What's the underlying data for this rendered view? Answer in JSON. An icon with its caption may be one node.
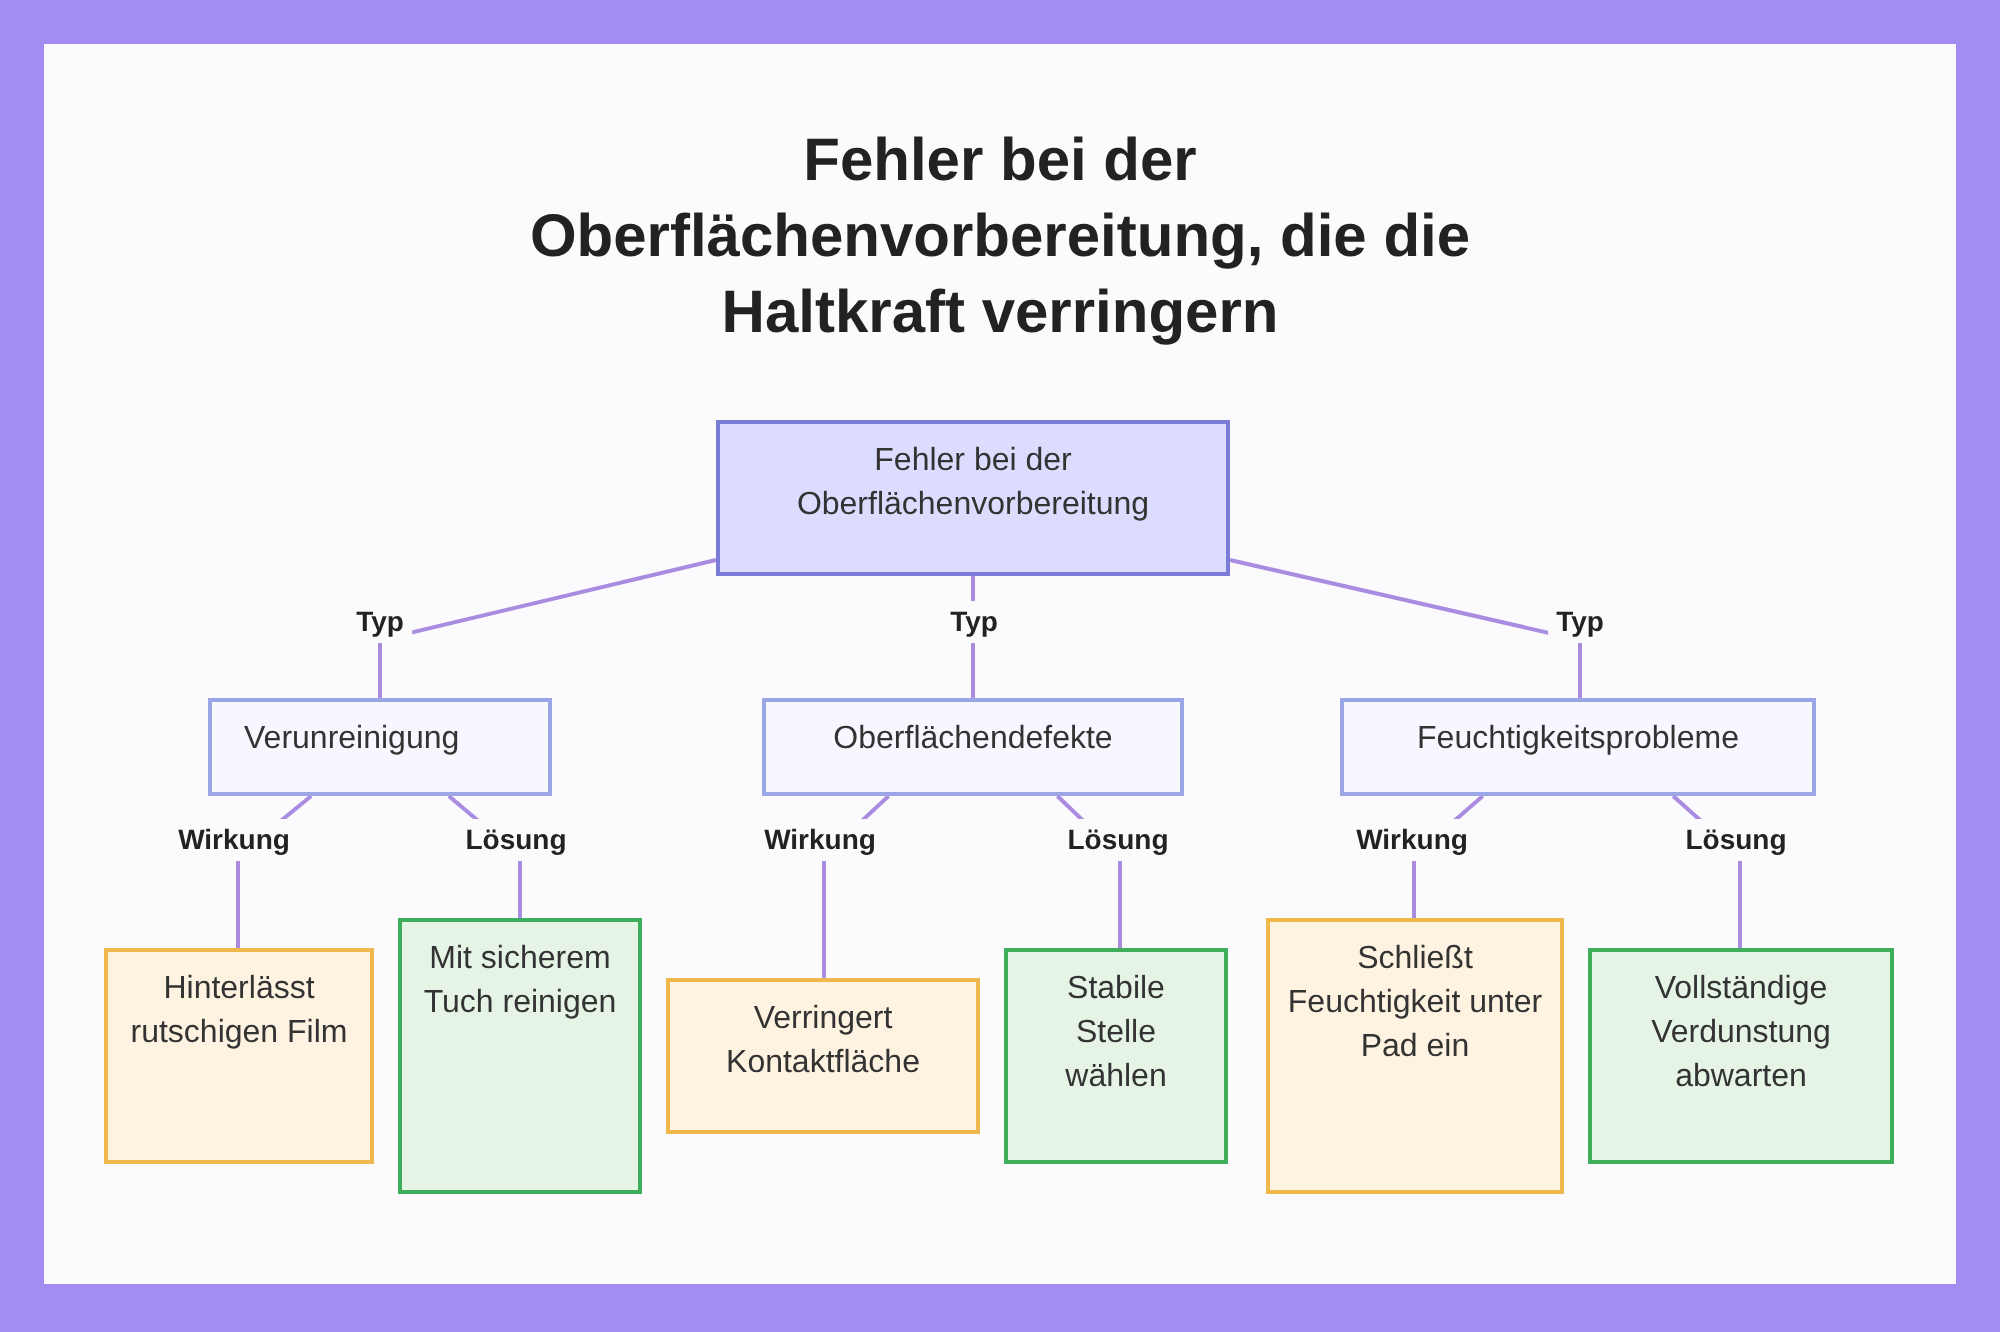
{
  "diagram": {
    "title": "Fehler bei der Oberflächenvorbereitung, die die Haltkraft verringern",
    "nodes": [
      {
        "text": [
          "Fehler bei der Oberflächenvorbereitung"
        ]
      },
      {
        "text": [
          "Verunreinigung"
        ]
      },
      {
        "text": [
          "Oberflächendefekte"
        ]
      },
      {
        "text": [
          "Feuchtigkeitsprobleme"
        ]
      },
      {
        "text": [
          "Hinterlässt rutschigen Film"
        ]
      },
      {
        "text": [
          "Mit sicherem Tuch reinigen"
        ]
      },
      {
        "text": [
          "Verringert Kontaktfläche"
        ]
      },
      {
        "text": [
          "Stabile Stelle wählen"
        ]
      },
      {
        "text": [
          "Schließt Feuchtigkeit unter Pad ein"
        ]
      },
      {
        "text": [
          "Vollständige Verdunstung abwarten"
        ]
      }
    ],
    "edges": [
      {
        "from": 0,
        "to": 1,
        "arrow": "none",
        "label": "Typ"
      },
      {
        "from": 0,
        "to": 2,
        "arrow": "none",
        "label": "Typ"
      },
      {
        "from": 0,
        "to": 3,
        "arrow": "none",
        "label": "Typ"
      },
      {
        "from": 1,
        "to": 4,
        "arrow": "none",
        "label": "Wirkung"
      },
      {
        "from": 1,
        "to": 5,
        "arrow": "none",
        "label": "Lösung"
      },
      {
        "from": 2,
        "to": 6,
        "arrow": "none",
        "label": "Wirkung"
      },
      {
        "from": 2,
        "to": 7,
        "arrow": "none",
        "label": "Lösung"
      },
      {
        "from": 3,
        "to": 8,
        "arrow": "none",
        "label": "Wirkung"
      },
      {
        "from": 3,
        "to": 9,
        "arrow": "none",
        "label": "Lösung"
      }
    ]
  }
}
